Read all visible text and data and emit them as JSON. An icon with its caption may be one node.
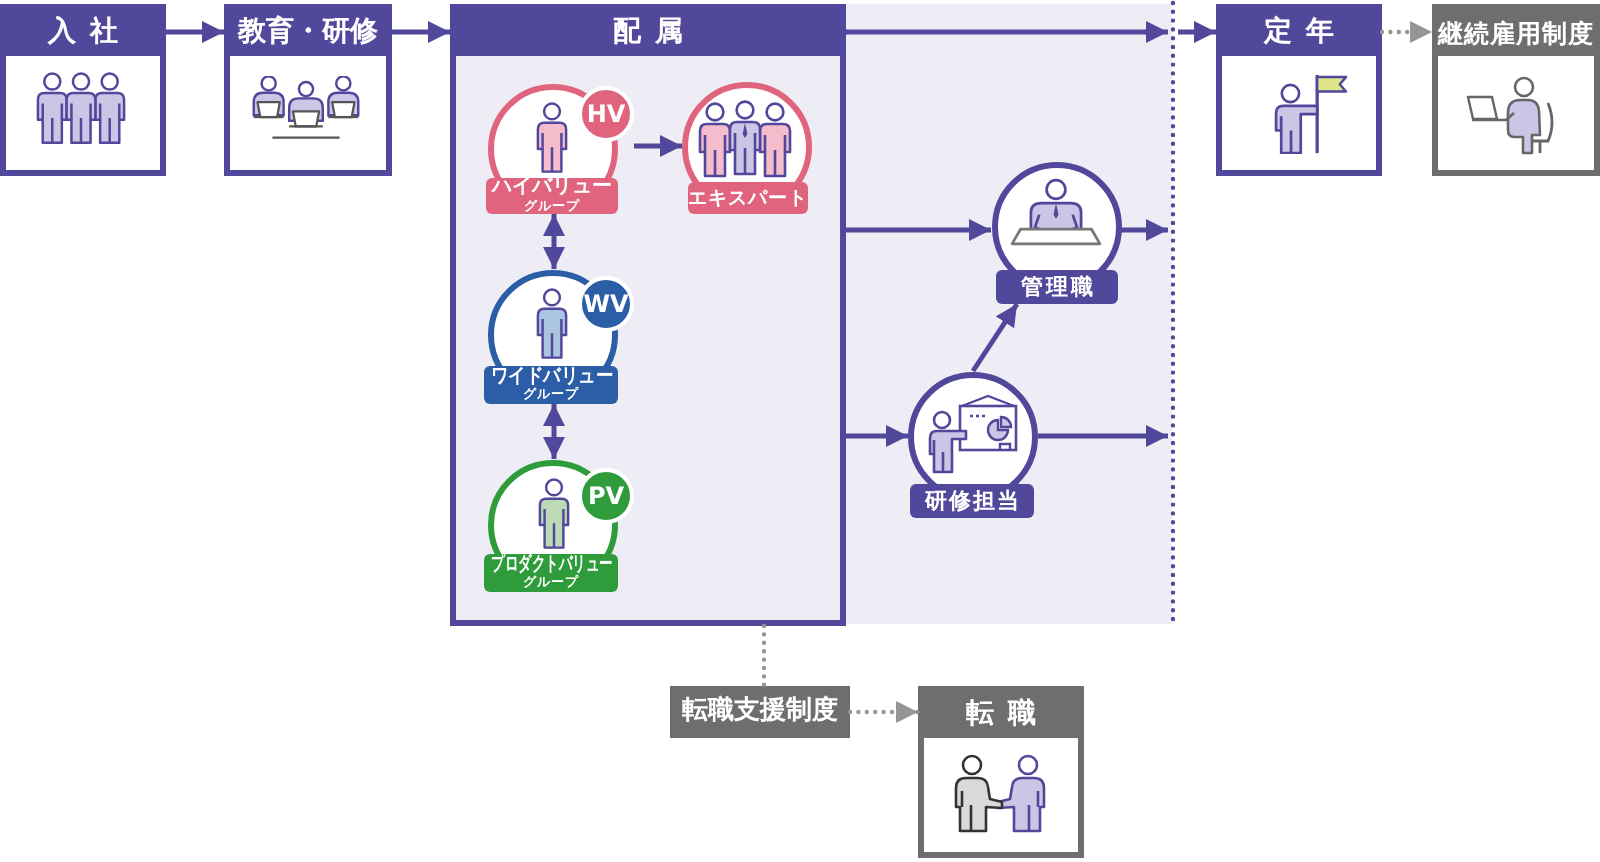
{
  "diagram": {
    "nodes": [
      {
        "text": [
          "入社"
        ]
      },
      {
        "text": [
          "教育・研修"
        ]
      },
      {
        "text": [
          "配属"
        ]
      },
      {
        "text": [
          "HV",
          "ハイバリュー",
          "グループ"
        ],
        "in": 2
      },
      {
        "text": [
          "エキスパート"
        ],
        "in": 2
      },
      {
        "text": [
          "WV",
          "ワイドバリュー",
          "グループ"
        ],
        "in": 2
      },
      {
        "text": [
          "PV",
          "プロダクトバリュー",
          "グループ"
        ],
        "in": 2
      },
      {
        "text": [
          "管理職"
        ]
      },
      {
        "text": [
          "研修担当"
        ]
      },
      {
        "text": [],
        "shape": "line"
      },
      {
        "text": [
          "定年"
        ]
      },
      {
        "text": [
          "継続雇用制度"
        ]
      },
      {
        "text": [
          "転職支援制度"
        ]
      },
      {
        "text": [
          "転職"
        ]
      }
    ],
    "edges": [
      {
        "from": 0,
        "to": 1,
        "arrow": "to"
      },
      {
        "from": 1,
        "to": 2,
        "arrow": "to"
      },
      {
        "from": 3,
        "to": 4,
        "arrow": "to"
      },
      {
        "from": 3,
        "to": 5,
        "arrow": "both"
      },
      {
        "from": 5,
        "to": 6,
        "arrow": "both"
      },
      {
        "from": 2,
        "to": 7,
        "arrow": "to"
      },
      {
        "from": 2,
        "to": 8,
        "arrow": "to"
      },
      {
        "from": 8,
        "to": 7,
        "arrow": "to"
      },
      {
        "from": 2,
        "to": 9,
        "arrow": "to"
      },
      {
        "from": 9,
        "to": 10,
        "arrow": "to"
      },
      {
        "from": 7,
        "to": 9,
        "arrow": "to"
      },
      {
        "from": 8,
        "to": 9,
        "arrow": "to"
      },
      {
        "from": 10,
        "to": 11,
        "arrow": "to",
        "style": "dashed",
        "color": "#969696"
      },
      {
        "from": 2,
        "to": 12,
        "arrow": "none",
        "style": "dashed",
        "color": "#969696"
      },
      {
        "from": 12,
        "to": 13,
        "arrow": "to",
        "style": "dashed",
        "color": "#969696"
      }
    ]
  }
}
